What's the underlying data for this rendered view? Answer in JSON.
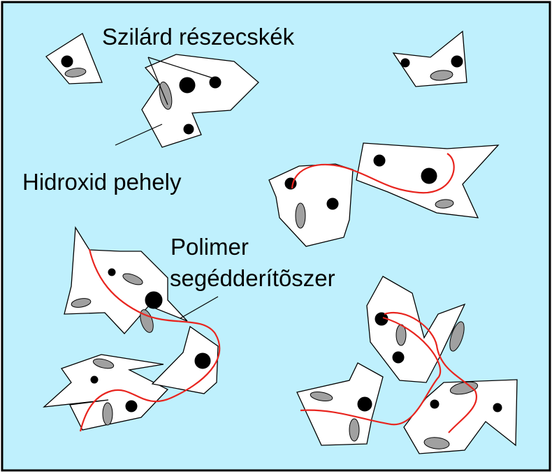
{
  "labels": {
    "solid_particles": "Szilárd részecskék",
    "hydroxide_floc": "Hidroxid pehely",
    "polymer_line1": "Polimer",
    "polymer_line2": "segédderítõszer"
  },
  "colors": {
    "background": "#bff0fd",
    "frame": "#000000",
    "floc_fill": "#ffffff",
    "particle_dark": "#000000",
    "particle_gray": "#a0a0a0",
    "polymer": "#e8251f"
  }
}
